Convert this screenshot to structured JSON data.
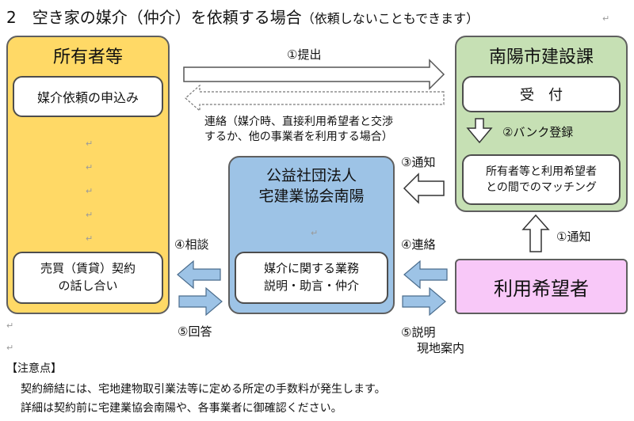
{
  "title": "2　空き家の媒介（仲介）を依頼する場合",
  "title_note": "（依頼しないこともできます）",
  "owner": {
    "title": "所有者等",
    "request_box": "媒介依頼の申込み",
    "contract_box": [
      "売買（賃貸）契約",
      "の話し合い"
    ]
  },
  "city": {
    "title": "南陽市建設課",
    "reception_box": "受　付",
    "matching_box": [
      "所有者等と利用希望者",
      "との間でのマッチング"
    ]
  },
  "association": {
    "title": [
      "公益社団法人",
      "宅建業協会南陽"
    ],
    "duties_box": [
      "媒介に関する業務",
      "説明・助言・仲介"
    ]
  },
  "user": {
    "title": "利用希望者"
  },
  "labels": {
    "submit": "①提出",
    "contact_note": [
      "連絡（媒介時、直接利用希望者と交渉",
      "するか、他の事業者を利用する場合）"
    ],
    "bank_register": "②バンク登録",
    "notify3": "③通知",
    "notify1": "①通知",
    "consult": "④相談",
    "contact4": "④連絡",
    "answer": "⑤回答",
    "explain": [
      "⑤説明",
      "現地案内"
    ]
  },
  "notes": {
    "heading": "【注意点】",
    "line1": "契約締結には、宅地建物取引業法等に定める所定の手数料が発生します。",
    "line2": "詳細は契約前に宅建業協会南陽や、各事業者に御確認ください。"
  },
  "colors": {
    "owner_fill": "#ffd966",
    "city_fill": "#c6e0b4",
    "association_fill": "#9dc3e6",
    "user_fill": "#f8c8f8",
    "arrow_blue": "#9dc3e6"
  }
}
